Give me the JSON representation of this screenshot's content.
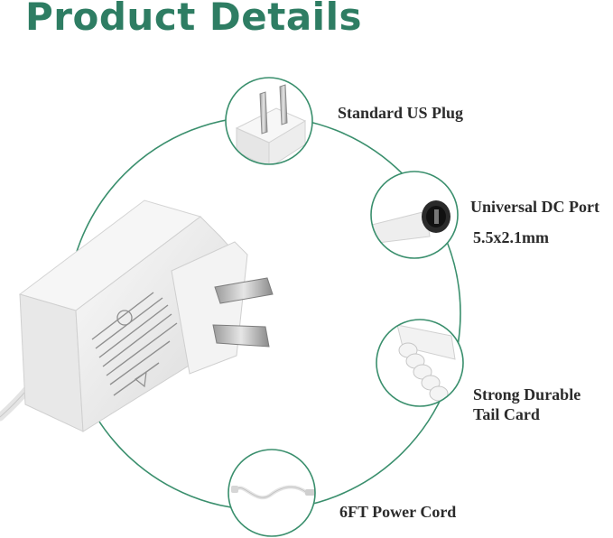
{
  "page": {
    "title": "Product Details"
  },
  "features": {
    "plug": {
      "label": "Standard US Plug"
    },
    "dc_port": {
      "label": "Universal DC Port",
      "spec": "5.5x2.1mm"
    },
    "tail": {
      "line1": "Strong Durable",
      "line2": "Tail Card"
    },
    "cord": {
      "label": "6FT Power Cord"
    }
  },
  "colors": {
    "title": "#2e7d63",
    "ring": "#3a8f6d",
    "product": "#f1f1f1"
  }
}
